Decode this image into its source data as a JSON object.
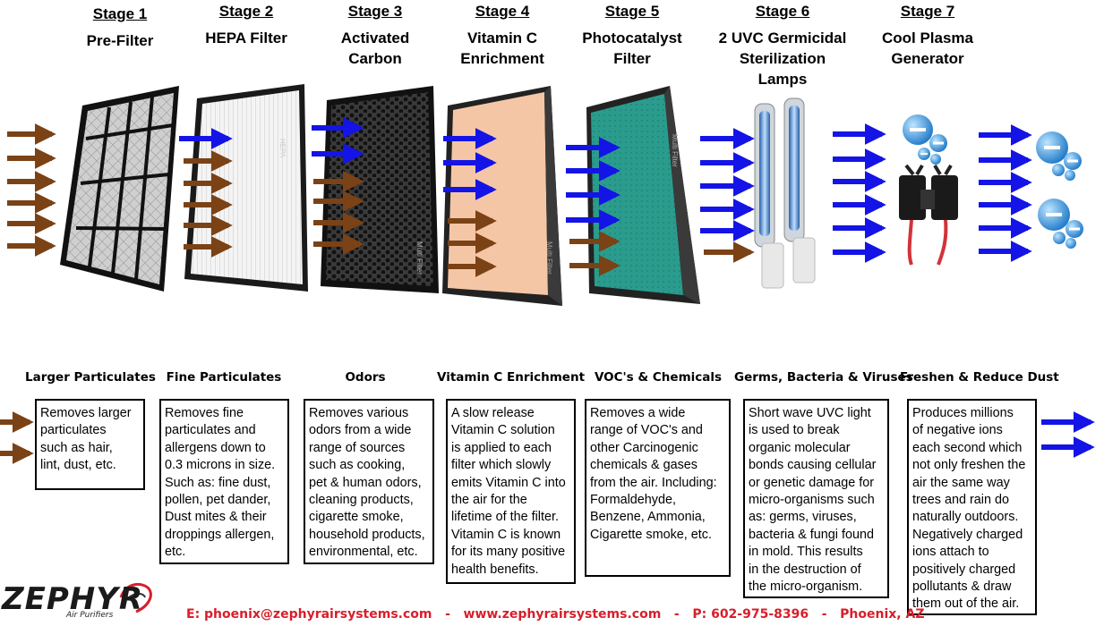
{
  "stages": [
    {
      "number": "Stage 1",
      "name": "Pre-Filter",
      "category": "Larger Particulates",
      "description": "Removes larger\nparticulates\nsuch as hair,\nlint, dust, etc."
    },
    {
      "number": "Stage 2",
      "name": "HEPA Filter",
      "category": "Fine Particulates",
      "description": "Removes fine\nparticulates and\nallergens down to\n0.3 microns in size.\nSuch as: fine dust,\npollen, pet dander,\nDust mites & their\ndroppings allergen,\netc."
    },
    {
      "number": "Stage 3",
      "name": "Activated\nCarbon",
      "category": "Odors",
      "description": "Removes various\nodors from a wide\nrange of sources\nsuch as cooking,\npet & human odors,\ncleaning  products,\ncigarette smoke,\nhousehold products,\nenvironmental, etc."
    },
    {
      "number": "Stage 4",
      "name": "Vitamin C\nEnrichment",
      "category": "Vitamin C Enrichment",
      "description": "A slow release\nVitamin C solution\nis applied to each\nfilter which slowly\nemits Vitamin C into\nthe air for the\nlifetime of the filter.\nVitamin C is known\nfor its many positive\nhealth benefits."
    },
    {
      "number": "Stage 5",
      "name": "Photocatalyst\nFilter",
      "category": "VOC's & Chemicals",
      "description": "Removes a wide\nrange of VOC's and\nother Carcinogenic\nchemicals & gases\nfrom the air. Including:\nFormaldehyde,\nBenzene, Ammonia,\nCigarette smoke, etc."
    },
    {
      "number": "Stage 6",
      "name": "2 UVC Germicidal\nSterilization\nLamps",
      "category": "Germs, Bacteria & Viruses",
      "description": "Short wave UVC light\nis used to break\norganic molecular\nbonds causing cellular\nor genetic damage for\nmicro-organisms such\nas: germs, viruses,\nbacteria & fungi found\nin mold.  This results\nin the destruction of\nthe micro-organism."
    },
    {
      "number": "Stage 7",
      "name": "Cool Plasma\nGenerator",
      "category": "Freshen & Reduce Dust",
      "description": "Produces millions\nof negative ions\neach second which\nnot only freshen the\nair the same way\ntrees and rain do\nnaturally outdoors.\nNegatively charged\nions attach to\npositively charged\npollutants & draw\n them out of the air."
    }
  ],
  "filter_labels": {
    "hepa": "HEPA",
    "multi": "Multi Filter"
  },
  "logo": {
    "name": "ZEPHYR",
    "tagline": "Air Purifiers"
  },
  "footer": {
    "text": "E: phoenix@zephyrairsystems.com   -   www.zephyrairsystems.com   -   P: 602-975-8396   -   Phoenix, AZ"
  },
  "colors": {
    "pollutant_arrow": "#7b4216",
    "clean_arrow": "#1414e6",
    "footer_text": "#d81e2a",
    "vitc_fill": "#f5c6a6",
    "photo_fill": "#2a9c8e",
    "lamp_glow": "#7fb7e6"
  }
}
